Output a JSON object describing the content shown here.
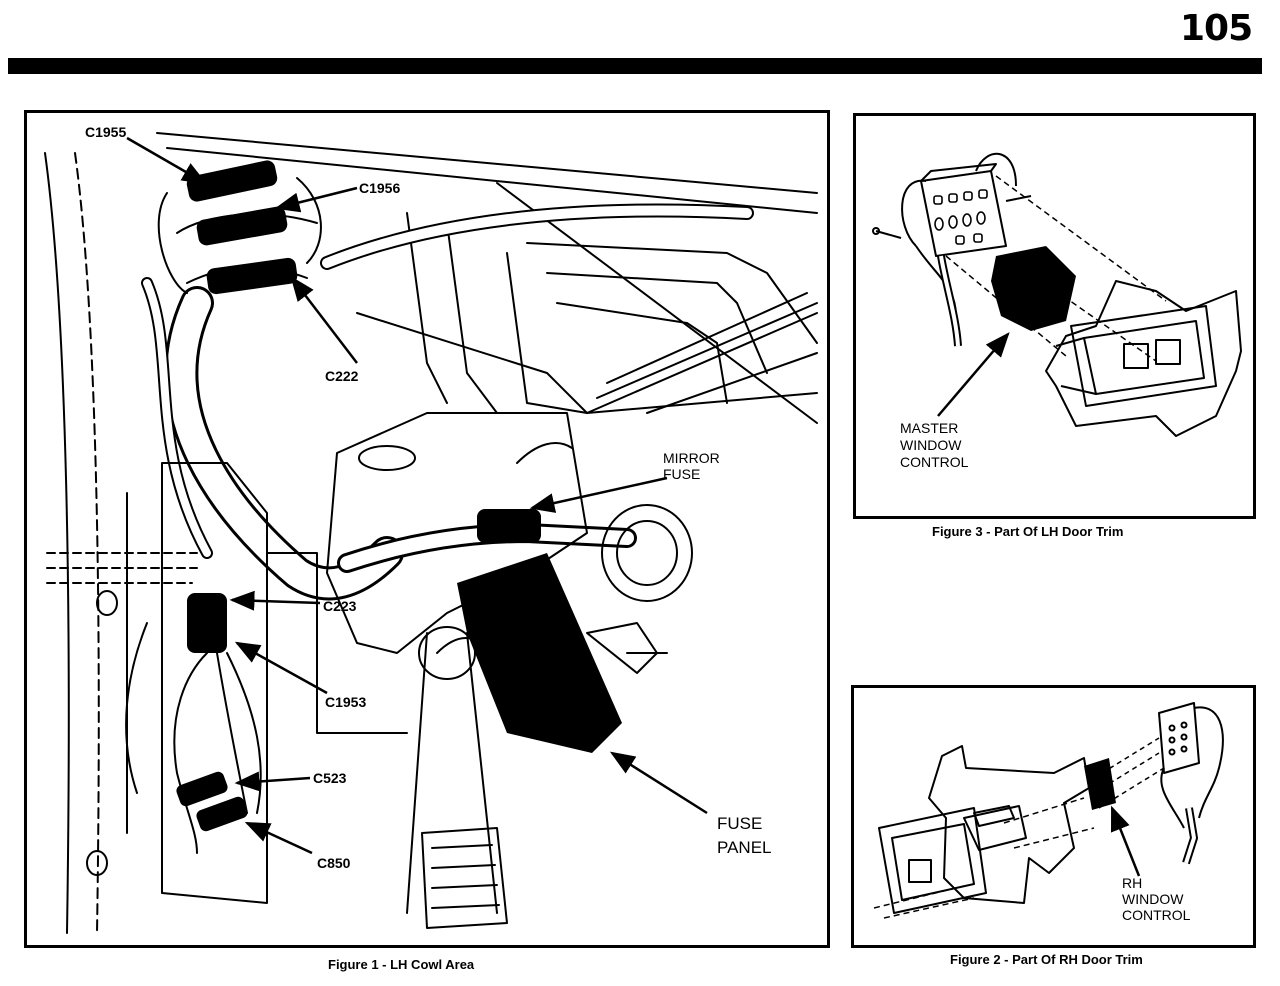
{
  "page": {
    "number": "105"
  },
  "figure1": {
    "caption": "Figure 1 - LH Cowl Area",
    "labels": {
      "c1955": "C1955",
      "c1956": "C1956",
      "c222": "C222",
      "mirror_fuse_1": "MIRROR",
      "mirror_fuse_2": "FUSE",
      "c223": "C223",
      "c1953": "C1953",
      "c523": "C523",
      "c850": "C850",
      "fuse_panel_1": "FUSE",
      "fuse_panel_2": "PANEL"
    }
  },
  "figure3": {
    "caption": "Figure 3 - Part Of LH Door Trim",
    "labels": {
      "line1": "MASTER",
      "line2": "WINDOW",
      "line3": "CONTROL"
    }
  },
  "figure2": {
    "caption": "Figure 2 - Part Of RH Door Trim",
    "labels": {
      "line1": "RH",
      "line2": "WINDOW",
      "line3": "CONTROL"
    }
  }
}
